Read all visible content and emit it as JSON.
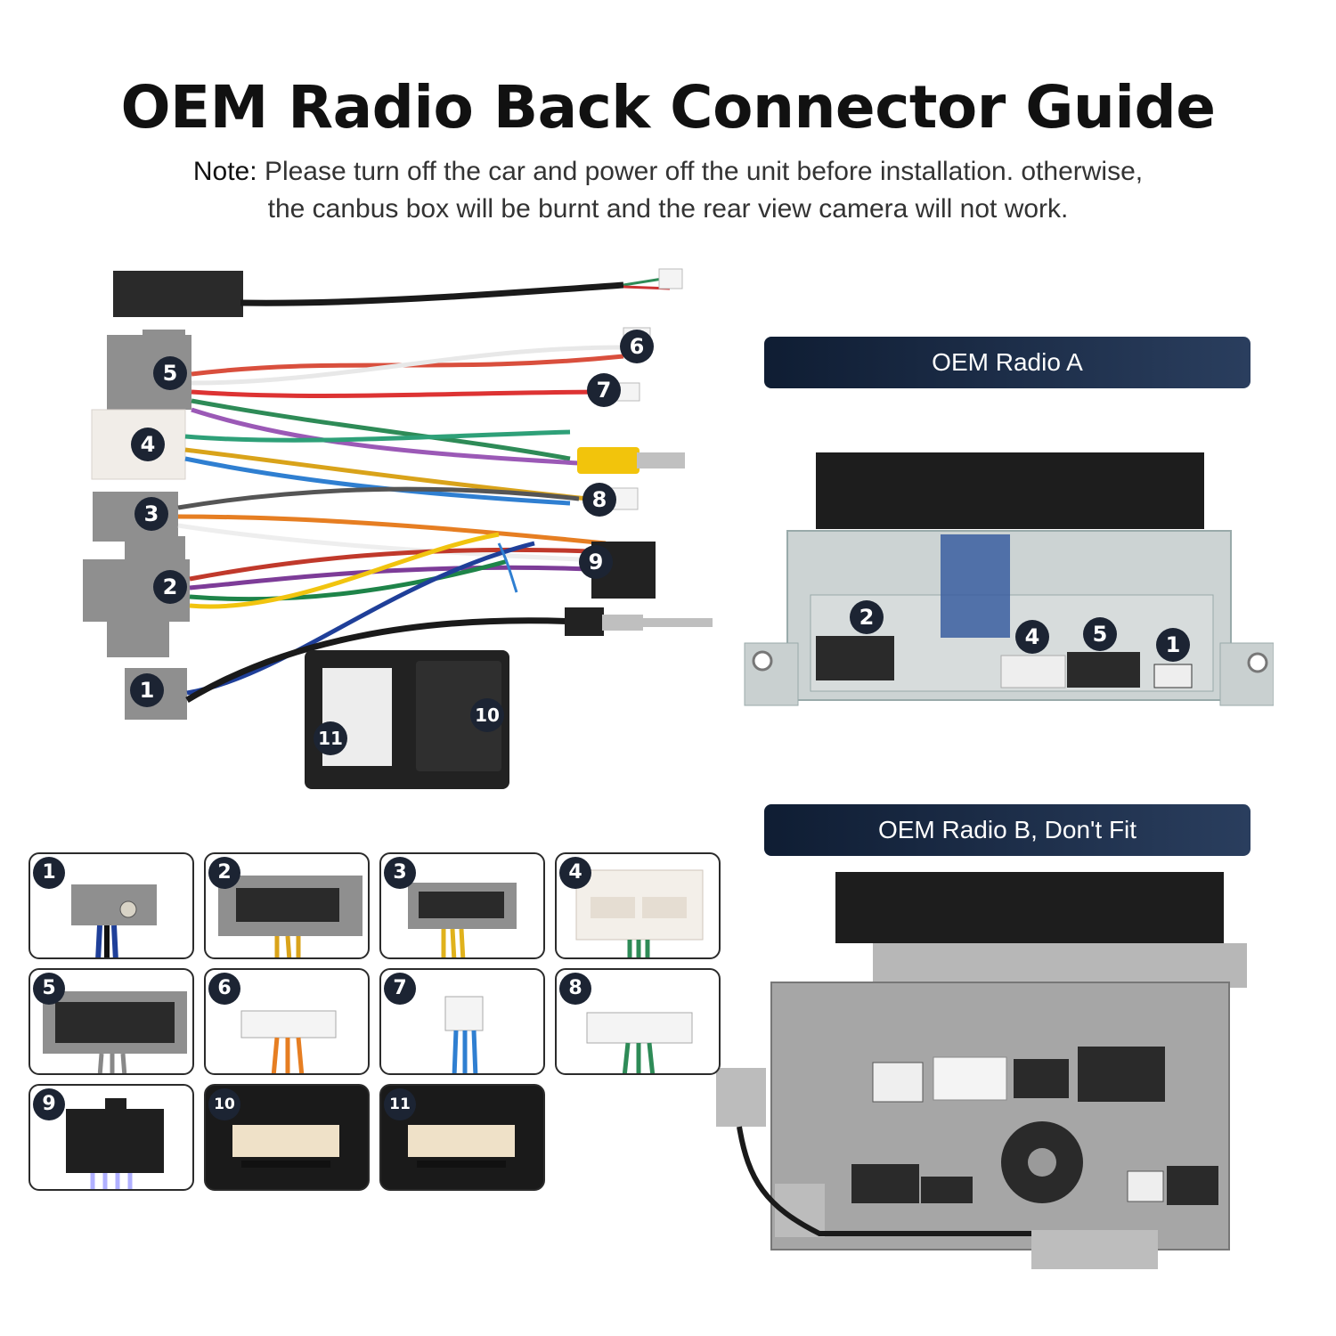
{
  "header": {
    "title": "OEM Radio Back Connector Guide",
    "note_label": "Note:",
    "note_line1": "Please turn off the car and power off the unit before installation. otherwise,",
    "note_line2": "the canbus box will be burnt and the rear view camera will not work."
  },
  "radios": {
    "a_label": "OEM Radio A",
    "b_label": "OEM Radio B, Don't Fit"
  },
  "harness_numbers": [
    "1",
    "2",
    "3",
    "4",
    "5",
    "6",
    "7",
    "8",
    "9",
    "10",
    "11"
  ],
  "radio_a_ports": [
    "2",
    "4",
    "5",
    "1"
  ],
  "tiles": [
    {
      "num": "1"
    },
    {
      "num": "2"
    },
    {
      "num": "3"
    },
    {
      "num": "4"
    },
    {
      "num": "5"
    },
    {
      "num": "6"
    },
    {
      "num": "7"
    },
    {
      "num": "8"
    },
    {
      "num": "9"
    },
    {
      "num": "10"
    },
    {
      "num": "11"
    }
  ]
}
